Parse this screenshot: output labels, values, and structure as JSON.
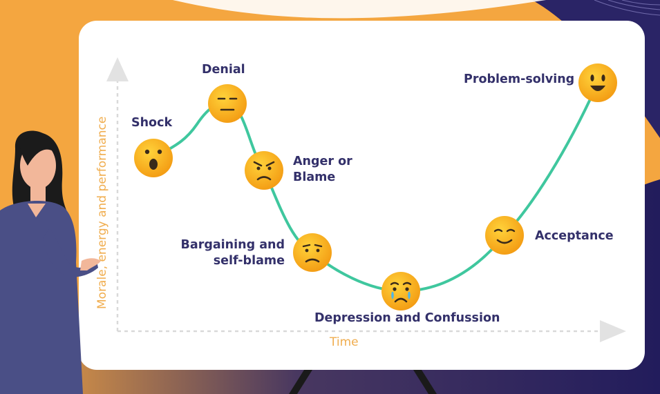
{
  "diagram": {
    "y_axis_label": "Morale, energy and performance",
    "x_axis_label": "Time",
    "curve_color": "#3fc79e",
    "axis_color": "#d9d9d9",
    "axis_label_color": "#f0ad4e",
    "label_color": "#33306a",
    "stages": [
      {
        "id": "shock",
        "label": "Shock",
        "face": "surprised-face-icon"
      },
      {
        "id": "denial",
        "label": "Denial",
        "face": "neutral-face-icon"
      },
      {
        "id": "anger",
        "label_lines": [
          "Anger or",
          "Blame"
        ],
        "face": "angry-face-icon"
      },
      {
        "id": "bargaining",
        "label_lines": [
          "Bargaining and",
          "self-blame"
        ],
        "face": "worried-face-icon"
      },
      {
        "id": "depression",
        "label": "Depression and Confussion",
        "face": "crying-face-icon"
      },
      {
        "id": "acceptance",
        "label": "Acceptance",
        "face": "content-face-icon"
      },
      {
        "id": "problem_solving",
        "label": "Problem-solving",
        "face": "grinning-face-icon"
      }
    ]
  },
  "background": {
    "primary_color": "#f4a640",
    "dark_color": "#2a2466"
  }
}
